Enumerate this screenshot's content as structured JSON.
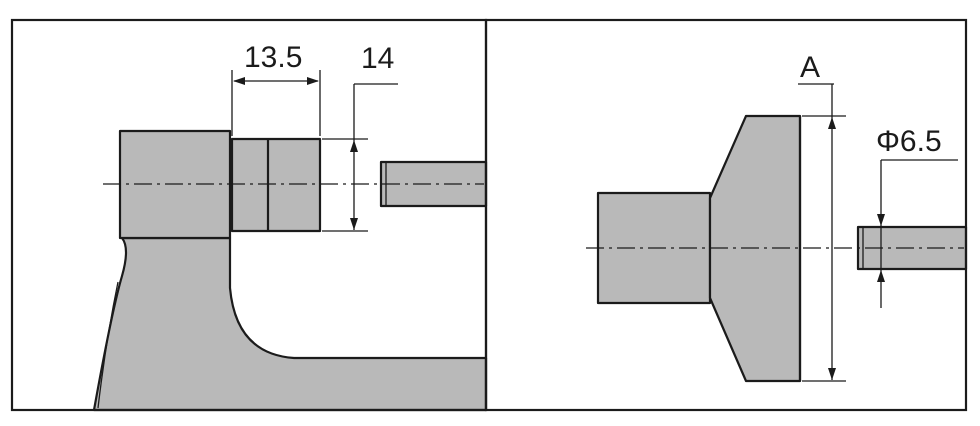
{
  "dimensions": {
    "left_length": "13.5",
    "left_height": "14",
    "right_label": "A",
    "right_diameter": "Φ6.5"
  }
}
